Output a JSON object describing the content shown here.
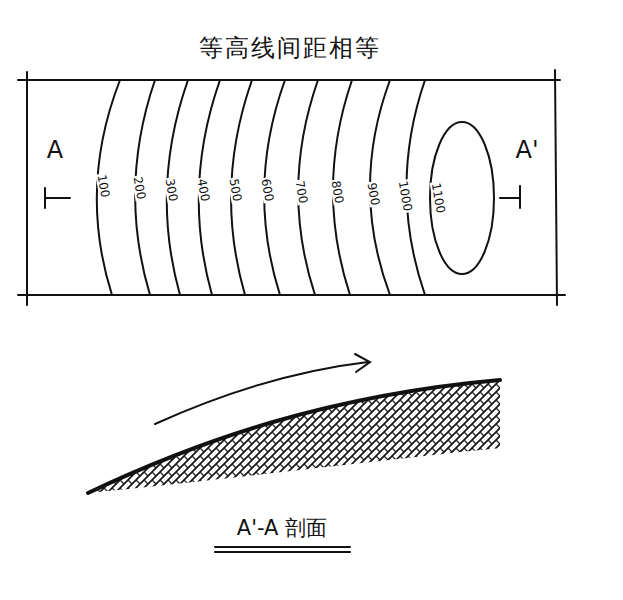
{
  "diagram": {
    "title": "等高线间距相等",
    "caption": "A'-A 剖面",
    "labels": [
      "A",
      "A'",
      "100",
      "200",
      "300",
      "400",
      "500",
      "600",
      "700",
      "800",
      "900",
      "1000",
      "1100"
    ]
  }
}
